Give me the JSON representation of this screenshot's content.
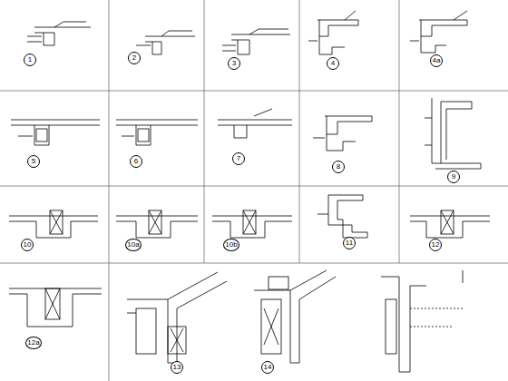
{
  "diagram": {
    "labels": [
      "1",
      "2",
      "3",
      "4",
      "4a",
      "5",
      "6",
      "7",
      "8",
      "9",
      "10",
      "10a",
      "10b",
      "11",
      "12",
      "12a",
      "13",
      "14"
    ]
  }
}
